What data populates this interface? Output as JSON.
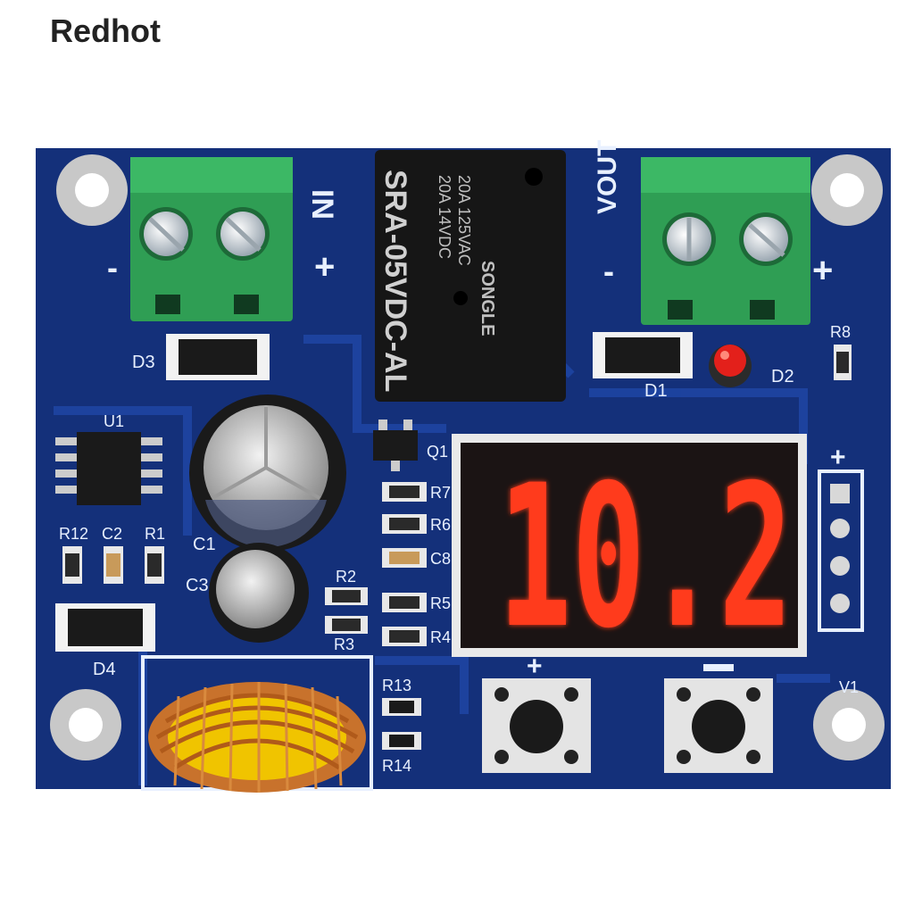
{
  "brand": "Redhot",
  "board": {
    "terminal_in_label": "IN",
    "terminal_out_label": "VOUT",
    "plus": "+",
    "minus": "-",
    "relay": {
      "model": "SRA-05VDC-AL",
      "rating1": "20A 14VDC",
      "rating2": "20A 125VAC",
      "brand": "SONGLE"
    },
    "display_value": "10.2",
    "labels": {
      "d1": "D1",
      "d2": "D2",
      "d3": "D3",
      "d4": "D4",
      "u1": "U1",
      "q1": "Q1",
      "r8": "R8",
      "r12": "R12",
      "c2": "C2",
      "r1": "R1",
      "c1": "C1",
      "c3": "C3",
      "r2": "R2",
      "r3": "R3",
      "r7": "R7",
      "r6": "R6",
      "c8": "C8",
      "r5": "R5",
      "r4": "R4",
      "r13": "R13",
      "r14": "R14",
      "v1": "V1",
      "button_plus": "+",
      "pin_plus": "+"
    },
    "colors": {
      "pcb": "#14307a",
      "terminal": "#2f9e54",
      "relay": "#161616",
      "segment_on": "#ff3b1f",
      "led": "#e3201b",
      "inductor_core": "#f0c400",
      "copper": "#c8722c"
    }
  }
}
